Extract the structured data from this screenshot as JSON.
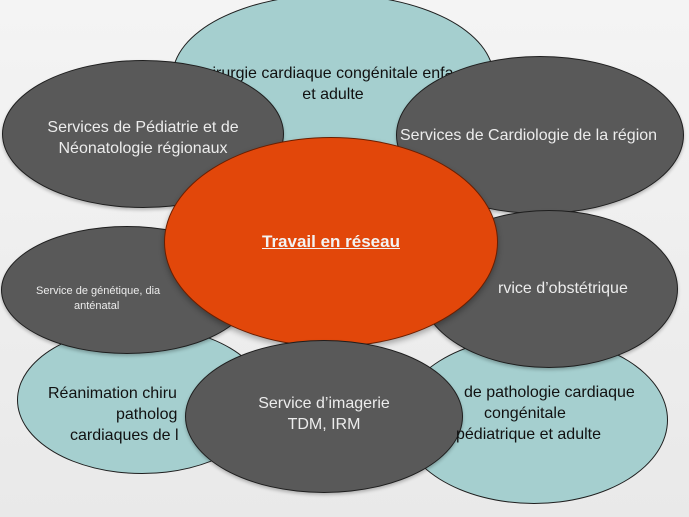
{
  "diagram": {
    "center": {
      "label": "Travail en réseau",
      "color": "#e2470a"
    },
    "nodes": {
      "top_surgery": {
        "line1": "irurgie cardiaque congénitale enfa",
        "line2": "et adulte"
      },
      "pediatrics": {
        "line1": "Services de Pédiatrie et de",
        "line2": "Néonatologie régionaux"
      },
      "cardiology": {
        "line1": "Services de Cardiologie de la région"
      },
      "genetics": {
        "line1": "Service de génétique, dia",
        "line2": "anténatal"
      },
      "obstetrics": {
        "line1": "rvice d’obstétrique"
      },
      "intensive_care": {
        "line1": "Réanimation chiru",
        "line2": "patholog",
        "line3": "cardiaques de l"
      },
      "pathology": {
        "line1": "de pathologie cardiaque",
        "line2": "congénitale",
        "line3": "pédiatrique et adulte"
      },
      "imaging": {
        "line1": "Service d’imagerie",
        "line2": "TDM, IRM"
      }
    },
    "colors": {
      "teal": "#a5cfcf",
      "grey": "#595959",
      "orange": "#e2470a"
    }
  }
}
